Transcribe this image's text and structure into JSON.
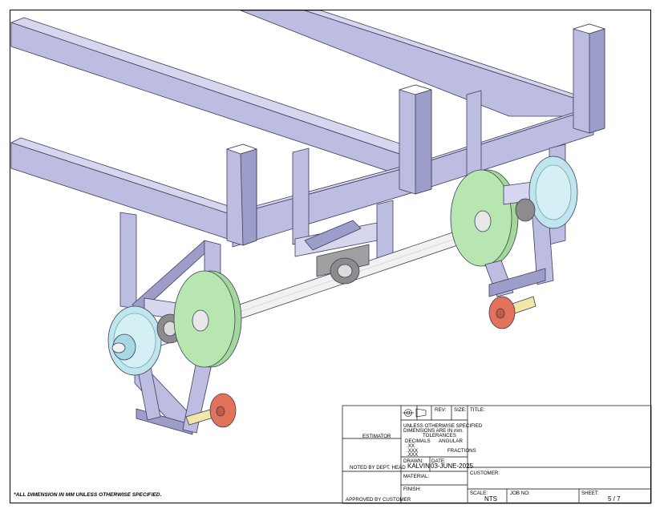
{
  "title_block": {
    "estimator_label": "ESTIMATOR",
    "noted_label": "NOTED BY DEPT. HEAD",
    "approved_label": "APPROVED BY CUSTOMER",
    "rev_label": "REV:",
    "size_label": "SIZE:",
    "title_label": "TITLE:",
    "tolerance_lines": [
      "UNLESS OTHERWISE SPECIFIED",
      "DIMENSIONS ARE IN mm.",
      "TOLERANCES"
    ],
    "decimals_label": "DECIMALS",
    "angular_label": "ANGULAR",
    "decimal_xx": ".XX",
    "decimal_xxx": ".XXX",
    "decimal_xxxx": ".XXX",
    "fractions_label": "FRACTIONS",
    "drawn_label": "DRAWN:",
    "drawn_value": "KALVIN",
    "date_label": "DATE:",
    "date_value": "03-JUNE-2025",
    "customer_label": "CUSTOMER:",
    "material_label": "MATERIAL:",
    "finish_label": "FINISH:",
    "scale_label": "SCALE:",
    "scale_value": "NTS",
    "job_label": "JOB NO:",
    "sheet_label": "SHEET:",
    "sheet_value": "5 / 7"
  },
  "footer_note": "*ALL DIMENSION IN MM UNLESS OTHERWISE SPECIFIED.",
  "colors": {
    "frame_face": "#bdbde2",
    "frame_dark": "#9d9dc9",
    "frame_light": "#d6d6ef",
    "sprocket": "#bfe6ee",
    "wheel": "#b8e6b0",
    "roller": "#e2725a",
    "bearing": "#8c8c8c",
    "shaft": "#f2f2f2",
    "pin": "#f1e8a8"
  }
}
